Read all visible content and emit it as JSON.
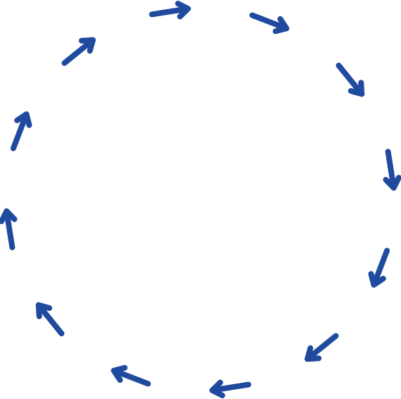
{
  "diagram": {
    "type": "cycle",
    "direction": "clockwise",
    "arrow_count": 12,
    "arrow_color": "#1f4a9e",
    "background_color": "#ffffff",
    "arrow_icon": "arrow-icon"
  }
}
